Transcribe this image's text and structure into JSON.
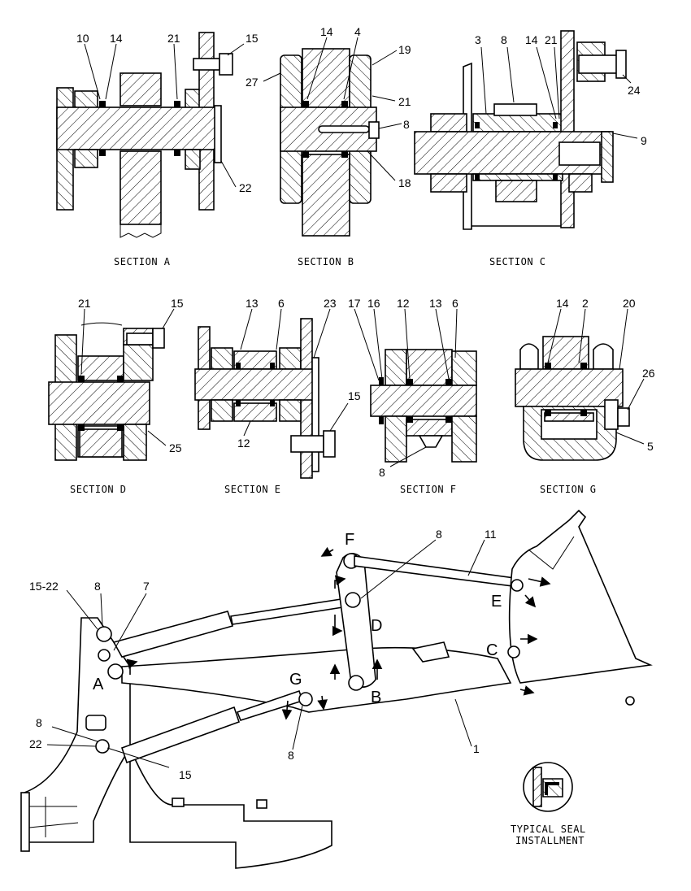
{
  "sections": [
    {
      "key": "a",
      "caption": "SECTION A",
      "callouts": [
        "10",
        "14",
        "21",
        "15",
        "22"
      ]
    },
    {
      "key": "b",
      "caption": "SECTION B",
      "callouts": [
        "14",
        "4",
        "19",
        "27",
        "21",
        "8",
        "18"
      ]
    },
    {
      "key": "c",
      "caption": "SECTION C",
      "callouts": [
        "3",
        "8",
        "14",
        "21",
        "24",
        "9"
      ]
    },
    {
      "key": "d",
      "caption": "SECTION D",
      "callouts": [
        "21",
        "15",
        "25"
      ]
    },
    {
      "key": "e",
      "caption": "SECTION E",
      "callouts": [
        "13",
        "6",
        "23",
        "15",
        "12"
      ]
    },
    {
      "key": "f",
      "caption": "SECTION F",
      "callouts": [
        "17",
        "16",
        "12",
        "13",
        "6",
        "8"
      ]
    },
    {
      "key": "g",
      "caption": "SECTION G",
      "callouts": [
        "14",
        "2",
        "20",
        "26",
        "5"
      ]
    }
  ],
  "assembly": {
    "callouts": [
      "15-22",
      "8",
      "7",
      "8",
      "11",
      "1",
      "8",
      "22",
      "15",
      "8"
    ],
    "section_letters": [
      "A",
      "B",
      "C",
      "D",
      "E",
      "F",
      "G"
    ]
  },
  "seal_caption": {
    "line1": "TYPICAL SEAL",
    "line2": "INSTALLMENT"
  }
}
